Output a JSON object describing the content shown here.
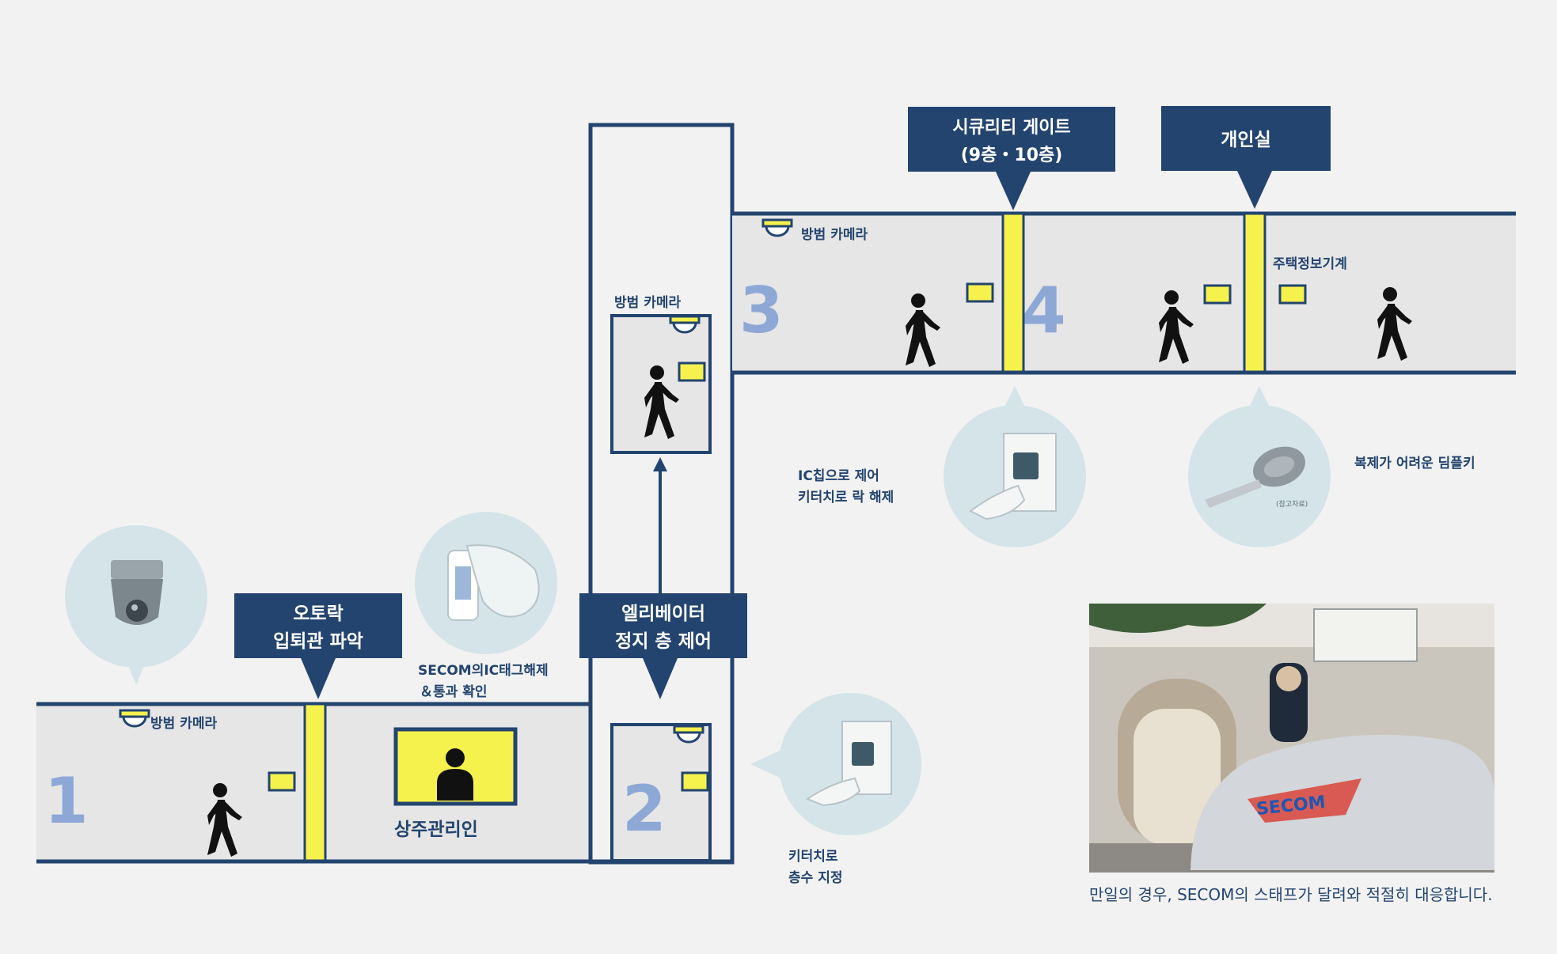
{
  "colors": {
    "navy": "#23446f",
    "yellow": "#f6f24d",
    "room_fill": "#e6e6e6",
    "bubble": "#d4e4e8",
    "zone_number": "#8ea8d6"
  },
  "zones": {
    "z1": "1",
    "z2": "2",
    "z3": "3",
    "z4": "4"
  },
  "labels": {
    "autolock_line1": "오토락",
    "autolock_line2": "입퇴관 파악",
    "elevator_line1": "엘리베이터",
    "elevator_line2": "정지 층 제어",
    "gate_line1": "시큐리티 게이트",
    "gate_line2": "(9층・10층)",
    "private_room": "개인실"
  },
  "texts": {
    "camera_1": "방범 카메라",
    "camera_elevator": "방범 카메라",
    "camera_3": "방범 카메라",
    "home_info_device": "주택정보기계",
    "manager": "상주관리인",
    "ic_tag_line1": "SECOM의IC태그해제",
    "ic_tag_line2": "＆통과 확인",
    "floor_key_line1": "키터치로",
    "floor_key_line2": "층수 지정",
    "ic_chip_line1": "IC칩으로 제어",
    "ic_chip_line2": "키터치로 락 해제",
    "dimple_key": "복제가 어려운 딤플키",
    "dimple_key_small": "(참고자료)",
    "photo_caption": "만일의 경우, SECOM의 스태프가 달려와 적절히 대응합니다.",
    "car_logo": "SECOM"
  },
  "icons": [
    "security-camera-icon",
    "person-walking-icon",
    "person-seated-icon",
    "card-reader-icon",
    "ic-tag-card-icon",
    "key-touch-icon",
    "dimple-key-icon"
  ]
}
